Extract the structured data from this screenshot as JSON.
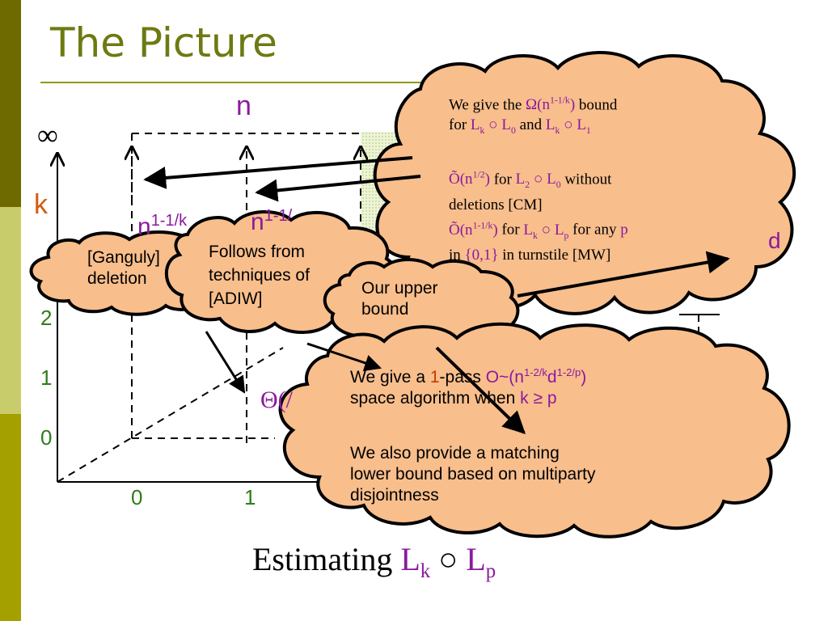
{
  "slide": {
    "title": "The Picture",
    "footer_prefix": "Estimating ",
    "footer_math_1": "L",
    "footer_math_1_sub": "k",
    "footer_op": " ○ ",
    "footer_math_2": "L",
    "footer_math_2_sub": "p"
  },
  "colors": {
    "title": "#6e7a11",
    "sidebar_dark": "#6e6a00",
    "sidebar_mid": "#a3a000",
    "sidebar_light": "#c9cc6a",
    "cloud_fill": "#f8be8c",
    "accent": "#8b1a9e",
    "green": "#2e7d1a"
  },
  "axes": {
    "infinity": "∞",
    "k": "k",
    "n_top": "n",
    "d_right": "d",
    "y_ticks": [
      "2",
      "1",
      "0"
    ],
    "x_ticks": [
      "0",
      "1"
    ]
  },
  "partial_labels": {
    "n_power": "n",
    "n_power_sup": "1-1/k",
    "n_power_2": "n",
    "n_power_2_sup": "1-1/",
    "theta": "Θ(",
    "theta_suffix": "/"
  },
  "clouds": {
    "top_right": {
      "l1_pre": "We give the ",
      "l1_math": "Ω(n",
      "l1_sup": "1-1/k",
      "l1_close": ")",
      "l1_post": " bound",
      "l2_pre": "for ",
      "l2_a": "L",
      "l2_a_sub": "k",
      "l2_op1": " ○ ",
      "l2_b": "L",
      "l2_b_sub": "0",
      "l2_and": " and ",
      "l2_c": "L",
      "l2_c_sub": "k",
      "l2_op2": " ○ ",
      "l2_d": "L",
      "l2_d_sub": "1",
      "l3_math": "Õ(n",
      "l3_sup": "1/2",
      "l3_close": ")",
      "l3_for": " for ",
      "l3_a": "L",
      "l3_a_sub": "2",
      "l3_op": " ○ ",
      "l3_b": "L",
      "l3_b_sub": "0",
      "l3_post": " without",
      "l4": "deletions [CM]",
      "l5_math": "Õ(n",
      "l5_sup": "1-1/k",
      "l5_close": ")",
      "l5_for": " for ",
      "l5_a": "L",
      "l5_a_sub": "k",
      "l5_op": " ○ ",
      "l5_b": "L",
      "l5_b_sub": "p",
      "l5_post": " for any ",
      "l5_p": "p",
      "l6_pre": "in ",
      "l6_set": "{0,1}",
      "l6_post": " in turnstile [MW]"
    },
    "ganguly": {
      "line1": "[Ganguly]",
      "line2": "deletion"
    },
    "adiw": {
      "line1": "Follows from",
      "line2": "techniques of",
      "line3": "[ADIW]"
    },
    "upper": {
      "line1": "Our upper",
      "line2": "bound"
    },
    "bottom": {
      "l1_pre": "We give a ",
      "l1_one": "1",
      "l1_mid": "-pass ",
      "l1_math": "O~(n",
      "l1_sup1": "1-2/k",
      "l1_d": "d",
      "l1_sup2": "1-2/p",
      "l1_close": ")",
      "l2_pre": "space algorithm when ",
      "l2_math": "k ≥ p",
      "l3": "We also provide a matching",
      "l4": "lower bound based on multiparty",
      "l5": "disjointness"
    }
  }
}
